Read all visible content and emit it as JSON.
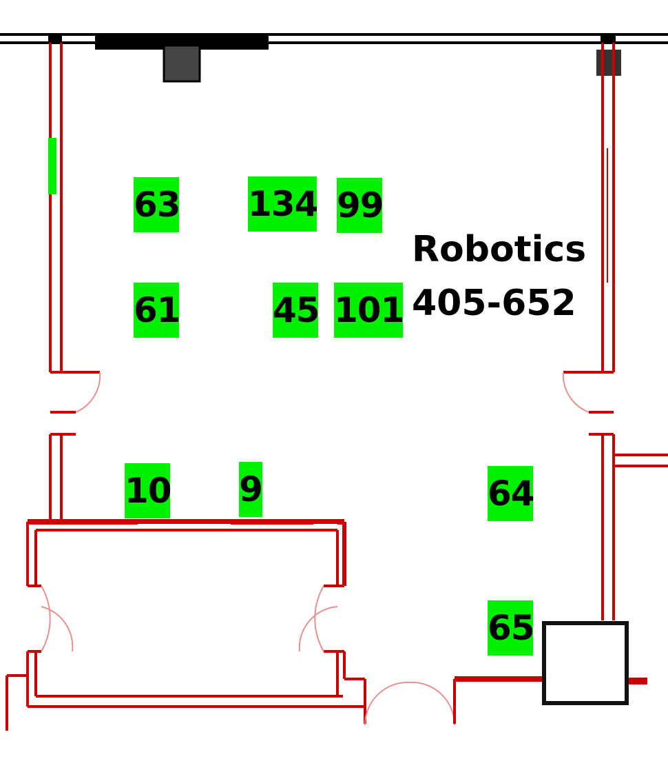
{
  "room": {
    "name": "Robotics",
    "number": "405-652"
  },
  "labels": {
    "l63": "63",
    "l134": "134",
    "l99": "99",
    "l61": "61",
    "l45": "45",
    "l101": "101",
    "l10": "10",
    "l9": "9",
    "l64": "64",
    "l65": "65"
  },
  "colors": {
    "wall": "#cc0000",
    "label_bg": "#00f000",
    "structure": "#000000"
  }
}
